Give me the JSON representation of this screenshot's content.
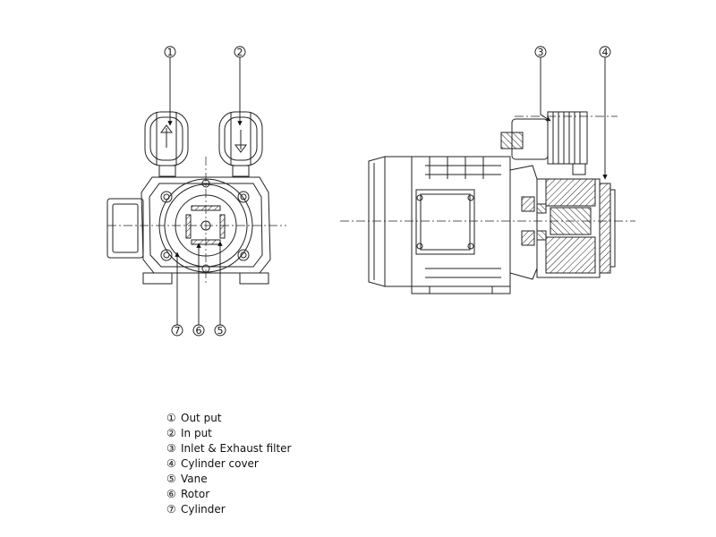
{
  "callouts": [
    {
      "id": "1",
      "mark": "①"
    },
    {
      "id": "2",
      "mark": "②"
    },
    {
      "id": "3",
      "mark": "③"
    },
    {
      "id": "4",
      "mark": "④"
    },
    {
      "id": "5",
      "mark": "⑤"
    },
    {
      "id": "6",
      "mark": "⑥"
    },
    {
      "id": "7",
      "mark": "⑦"
    }
  ],
  "legend": [
    {
      "mark": "①",
      "label": "Out put"
    },
    {
      "mark": "②",
      "label": "In put"
    },
    {
      "mark": "③",
      "label": "Inlet & Exhaust filter"
    },
    {
      "mark": "④",
      "label": "Cylinder cover"
    },
    {
      "mark": "⑤",
      "label": "Vane"
    },
    {
      "mark": "⑥",
      "label": "Rotor"
    },
    {
      "mark": "⑦",
      "label": "Cylinder"
    }
  ]
}
